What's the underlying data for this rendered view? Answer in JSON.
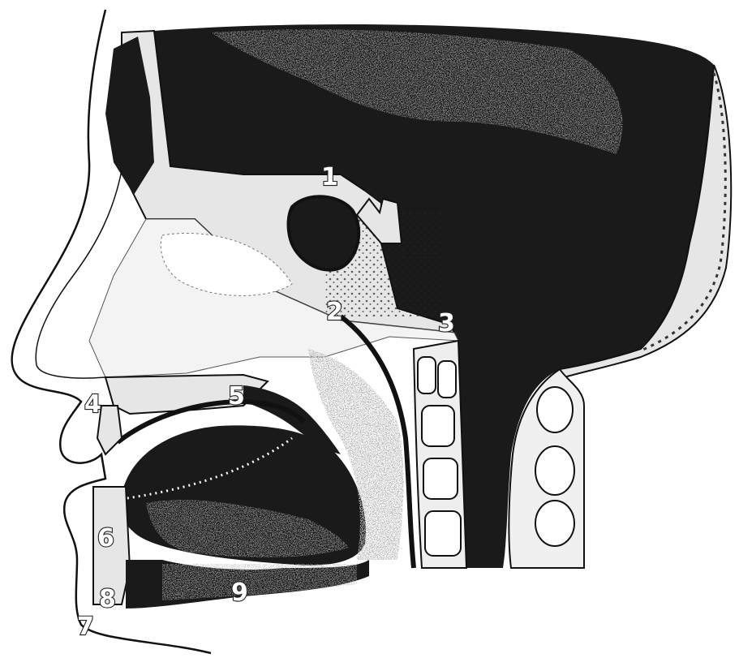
{
  "labels": {
    "l1": "1",
    "l2": "2",
    "l3": "3",
    "l4": "4",
    "l5": "5",
    "l6": "6",
    "l7": "7",
    "l8": "8",
    "l9": "9"
  },
  "colors": {
    "background": "#ffffff",
    "dark": "#1a1a1a",
    "bone": "#e6e6e6",
    "outline": "#111111"
  }
}
